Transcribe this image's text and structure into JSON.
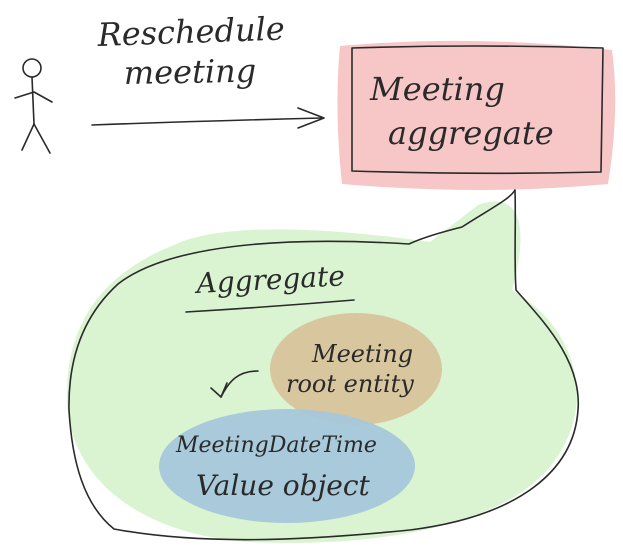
{
  "diagram": {
    "actor_label_line1": "Reschedule",
    "actor_label_line2": "meeting",
    "target_box_line1": "Meeting",
    "target_box_line2": "aggregate",
    "bubble_title": "Aggregate",
    "root_entity_line1": "Meeting",
    "root_entity_line2": "root entity",
    "value_object_line1": "MeetingDateTime",
    "value_object_line2": "Value object"
  },
  "colors": {
    "ink": "#2a2a2a",
    "box_fill": "#f7c4c4",
    "bubble_fill": "#d8f3cf",
    "root_entity_fill": "#d8c49b",
    "value_object_fill": "#a7c7da"
  },
  "icons": {
    "actor": "stick-figure-icon",
    "command_arrow": "right-arrow-icon",
    "relation_arrow": "curved-arrow-icon"
  }
}
